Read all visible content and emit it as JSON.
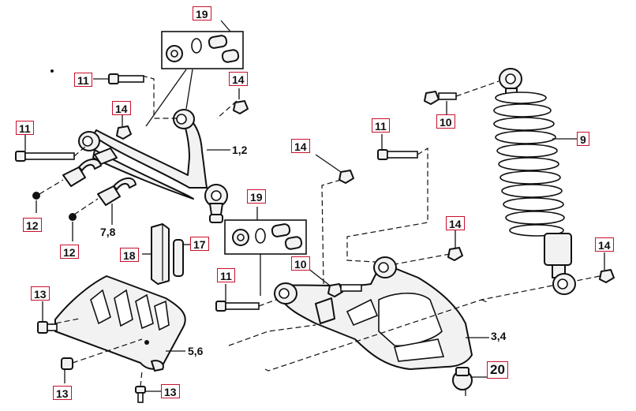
{
  "diagram": {
    "labels": {
      "l19_top": "19",
      "l11_a": "11",
      "l14_a": "14",
      "l14_b": "14",
      "l11_b": "11",
      "l12_a": "12",
      "l12_b": "12",
      "l7_8": "7,8",
      "l19_mid": "19",
      "l18": "18",
      "l17": "17",
      "l11_c": "11",
      "l10_a": "10",
      "l13_a": "13",
      "l13_b": "13",
      "l13_c": "13",
      "l14_c": "14",
      "l11_d": "11",
      "l10_b": "10",
      "l9": "9",
      "l14_d": "14",
      "l14_e": "14",
      "l3_4": "3,4",
      "l20": "20",
      "l5_6": "5,6",
      "l1_2": "1,2"
    },
    "colors": {
      "label_border": "#c8102e",
      "line": "#111111",
      "part_fill": "#f2f2f2",
      "background": "#ffffff"
    }
  }
}
